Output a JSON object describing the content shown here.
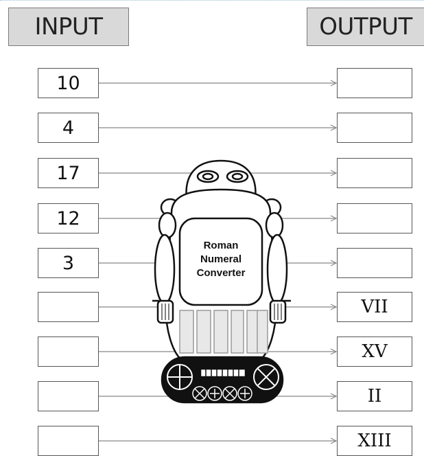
{
  "header": {
    "input_label": "INPUT",
    "output_label": "OUTPUT"
  },
  "rows": [
    {
      "input": "10",
      "output": ""
    },
    {
      "input": "4",
      "output": ""
    },
    {
      "input": "17",
      "output": ""
    },
    {
      "input": "12",
      "output": ""
    },
    {
      "input": "3",
      "output": ""
    },
    {
      "input": "",
      "output": "VII"
    },
    {
      "input": "",
      "output": "XV"
    },
    {
      "input": "",
      "output": "II"
    },
    {
      "input": "",
      "output": "XIII"
    }
  ],
  "robot": {
    "line1": "Roman",
    "line2": "Numeral",
    "line3": "Converter"
  }
}
